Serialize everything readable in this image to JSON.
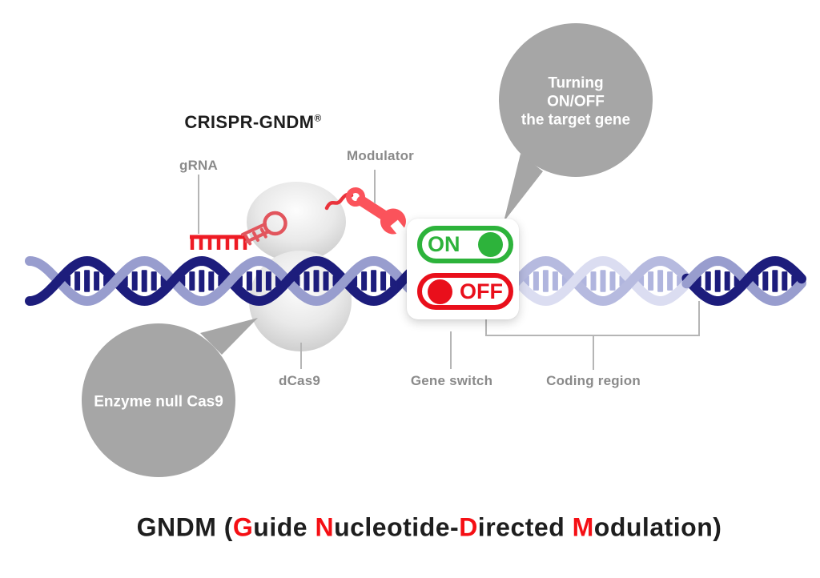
{
  "header": {
    "title": "CRISPR-GNDM",
    "reg_mark": "®"
  },
  "callouts": {
    "top_bubble": {
      "lines": [
        "Turning",
        "ON/OFF",
        "the target gene"
      ]
    },
    "enzyme_bubble": {
      "text": "Enzyme null Cas9"
    }
  },
  "labels": {
    "grna": "gRNA",
    "modulator": "Modulator",
    "dcas9": "dCas9",
    "gene_switch": "Gene switch",
    "coding_region": "Coding region"
  },
  "switch": {
    "on_label": "ON",
    "off_label": "OFF"
  },
  "footer_title": {
    "full_text": "GNDM (Guide Nucleotide-Directed Modulation)",
    "segments": [
      {
        "text": "GNDM (",
        "color": "dark"
      },
      {
        "text": "G",
        "color": "red"
      },
      {
        "text": "uide ",
        "color": "dark"
      },
      {
        "text": "N",
        "color": "red"
      },
      {
        "text": "ucleotide-",
        "color": "dark"
      },
      {
        "text": "D",
        "color": "red"
      },
      {
        "text": "irected ",
        "color": "dark"
      },
      {
        "text": "M",
        "color": "red"
      },
      {
        "text": "odulation)",
        "color": "dark"
      }
    ]
  },
  "colors": {
    "dna_dark": "#1d1d7c",
    "dna_light": "#989dce",
    "dna_faded_medium": "#b6badf",
    "dna_faded_light": "#dbddf1",
    "accent_red": "#ee1b24",
    "scaffold_red": "#e2555d",
    "wrench_red": "#fb535b",
    "switch_green": "#2db33b",
    "switch_red": "#e90f1b",
    "bubble_gray": "#a6a6a6",
    "label_gray": "#8a8a8a"
  }
}
